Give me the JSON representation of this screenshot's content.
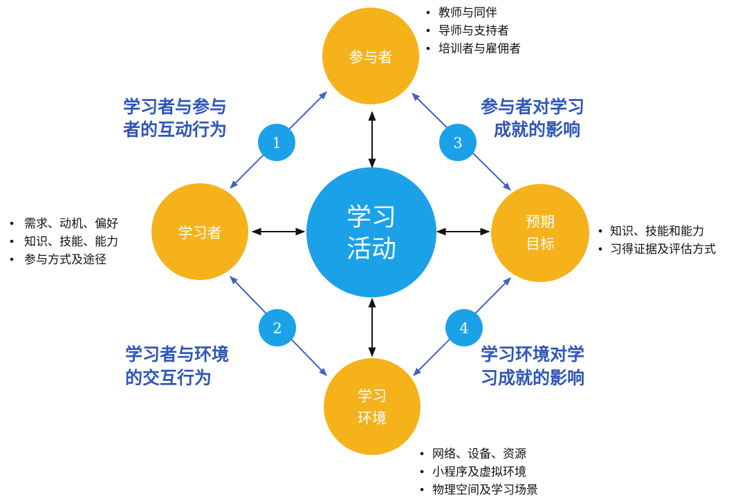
{
  "colors": {
    "node_fill": "#f5b21b",
    "center_fill": "#1ba1e8",
    "badge_fill": "#1ba1e8",
    "relation_text": "#2f56b8",
    "blue_arrow": "#3b63c8",
    "black_arrow": "#111111"
  },
  "center": {
    "line1": "学习",
    "line2": "活动"
  },
  "nodes": {
    "participants": {
      "label": "参与者",
      "bullets": [
        "教师与同伴",
        "导师与支持者",
        "培训者与雇佣者"
      ]
    },
    "learner": {
      "label": "学习者",
      "bullets": [
        "需求、动机、偏好",
        "知识、技能、能力",
        "参与方式及途径"
      ]
    },
    "goals": {
      "line1": "预期",
      "line2": "目标",
      "bullets": [
        "知识、技能和能力",
        "习得证据及评估方式"
      ]
    },
    "environment": {
      "line1": "学习",
      "line2": "环境",
      "bullets": [
        "网络、设备、资源",
        "小程序及虚拟环境",
        "物理空间及学习场景"
      ]
    }
  },
  "relations": [
    {
      "number": "1",
      "line1": "学习者与参与",
      "line2": "者的互动行为"
    },
    {
      "number": "2",
      "line1": "学习者与环境",
      "line2": "的交互行为"
    },
    {
      "number": "3",
      "line1": "参与者对学习",
      "line2": "成就的影响"
    },
    {
      "number": "4",
      "line1": "学习环境对学",
      "line2": "习成就的影响"
    }
  ]
}
